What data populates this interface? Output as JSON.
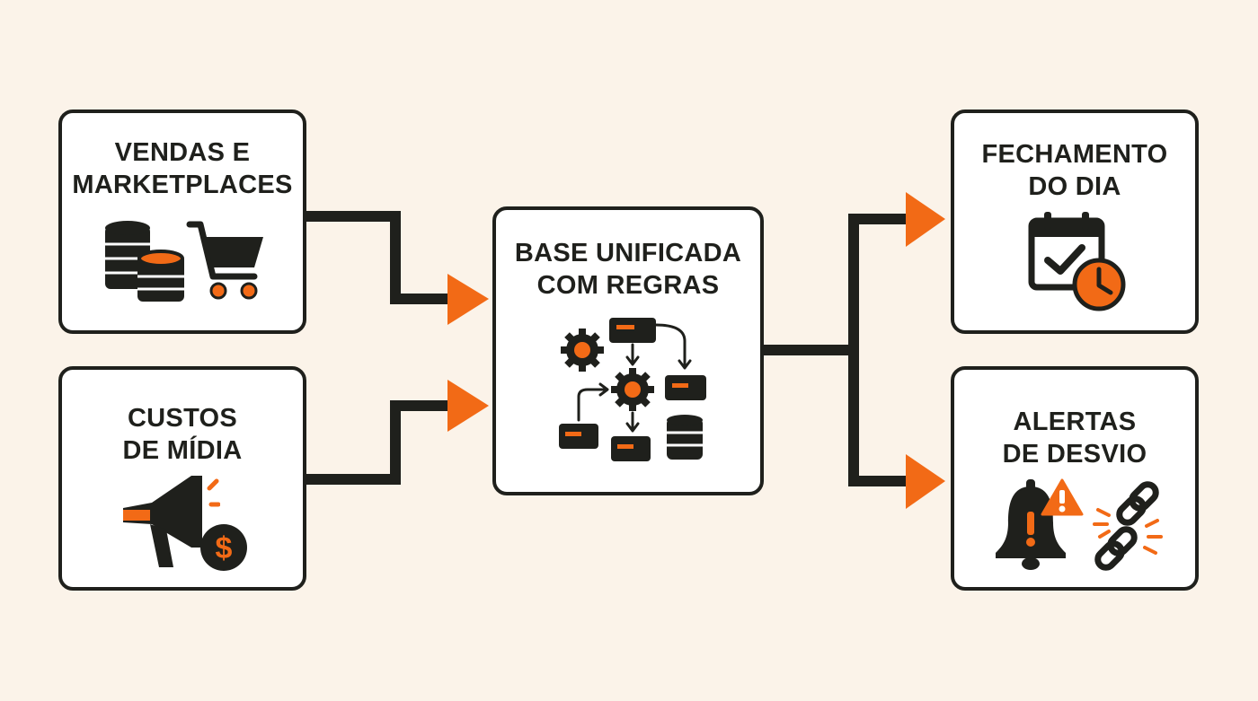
{
  "colors": {
    "background": "#fbf3e9",
    "box_fill": "#ffffff",
    "ink": "#1f201c",
    "accent": "#f26a16"
  },
  "nodes": {
    "vendas": {
      "line1": "VENDAS E",
      "line2": "MARKETPLACES",
      "icons": [
        "coin-stack-icon",
        "shopping-cart-icon"
      ]
    },
    "custos": {
      "line1": "CUSTOS",
      "line2": "DE MÍDIA",
      "icons": [
        "megaphone-icon",
        "dollar-coin-icon"
      ]
    },
    "base": {
      "line1": "BASE UNIFICADA",
      "line2": "COM REGRAS",
      "icons": [
        "gear-icon",
        "workflow-icon",
        "database-icon"
      ]
    },
    "fechamento": {
      "line1": "FECHAMENTO",
      "line2": "DO DIA",
      "icons": [
        "calendar-check-icon",
        "clock-icon"
      ]
    },
    "alertas": {
      "line1": "ALERTAS",
      "line2": "DE DESVIO",
      "icons": [
        "bell-alert-icon",
        "warning-triangle-icon",
        "broken-link-icon"
      ]
    }
  },
  "edges": [
    {
      "from": "vendas",
      "to": "base"
    },
    {
      "from": "custos",
      "to": "base"
    },
    {
      "from": "base",
      "to": "fechamento"
    },
    {
      "from": "base",
      "to": "alertas"
    }
  ]
}
